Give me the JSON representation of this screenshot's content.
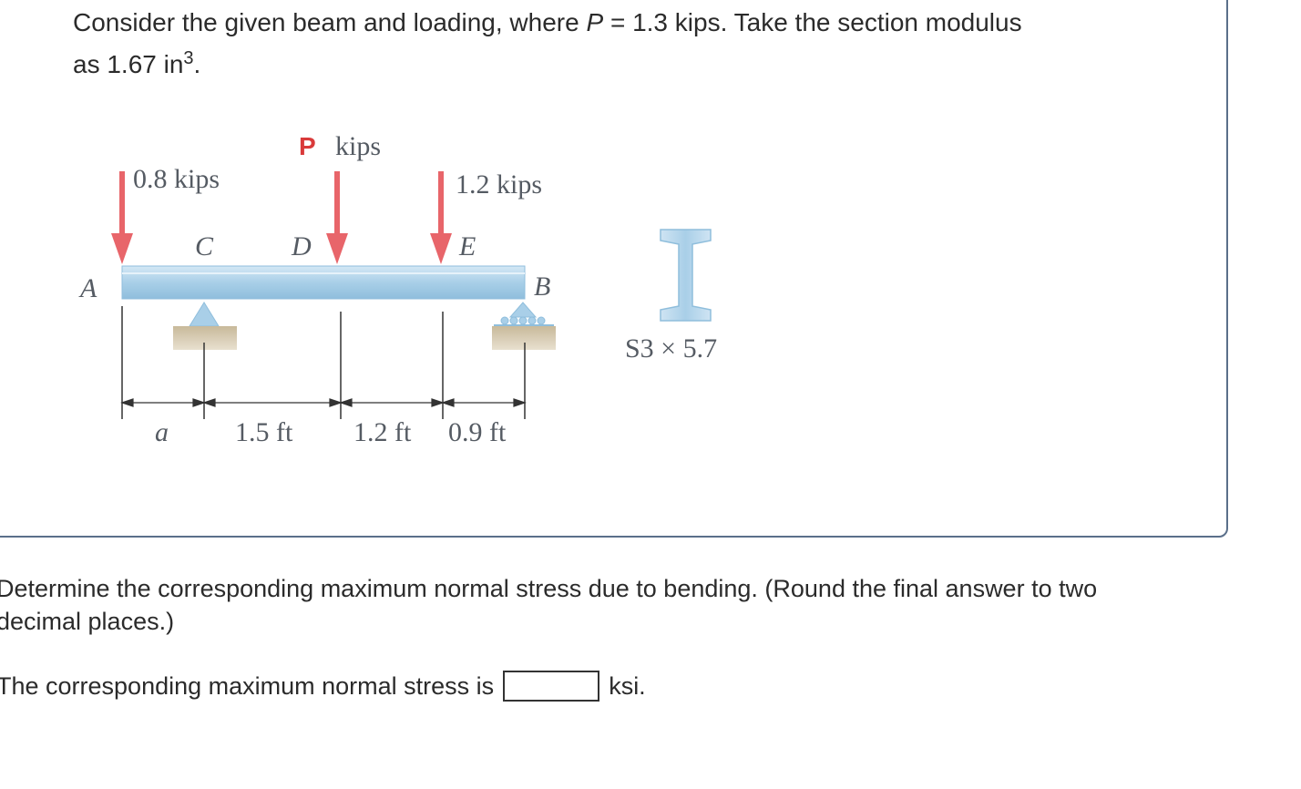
{
  "prompt": {
    "part1": "Consider the given beam and loading, where ",
    "p_var": "P",
    "part2": " = 1.3 kips. Take the section modulus",
    "part3": "as 1.67 in",
    "exponent": "3",
    "part4": "."
  },
  "figure": {
    "point_a": "A",
    "point_b": "B",
    "point_c": "C",
    "point_d": "D",
    "point_e": "E",
    "load_a": "0.8 kips",
    "load_d_symbol": "P",
    "load_d_unit": "kips",
    "load_e": "1.2 kips",
    "dim_a": "a",
    "dim_cd": "1.5 ft",
    "dim_de": "1.2 ft",
    "dim_eb": "0.9 ft",
    "section": "S3 × 5.7"
  },
  "question": {
    "line1": "Determine the corresponding maximum normal stress due to bending. (Round the final answer to two",
    "line2": "decimal places.)"
  },
  "answer": {
    "label": "The corresponding maximum normal stress is",
    "value": "",
    "unit": "ksi."
  },
  "colors": {
    "load_arrow": "#e8656a",
    "beam": "#a9cfe8",
    "support_base": "#d8ccb0",
    "support_triangle": "#a9cfe8",
    "p_text": "#d93a3a",
    "card_border": "#5a6f8a"
  }
}
